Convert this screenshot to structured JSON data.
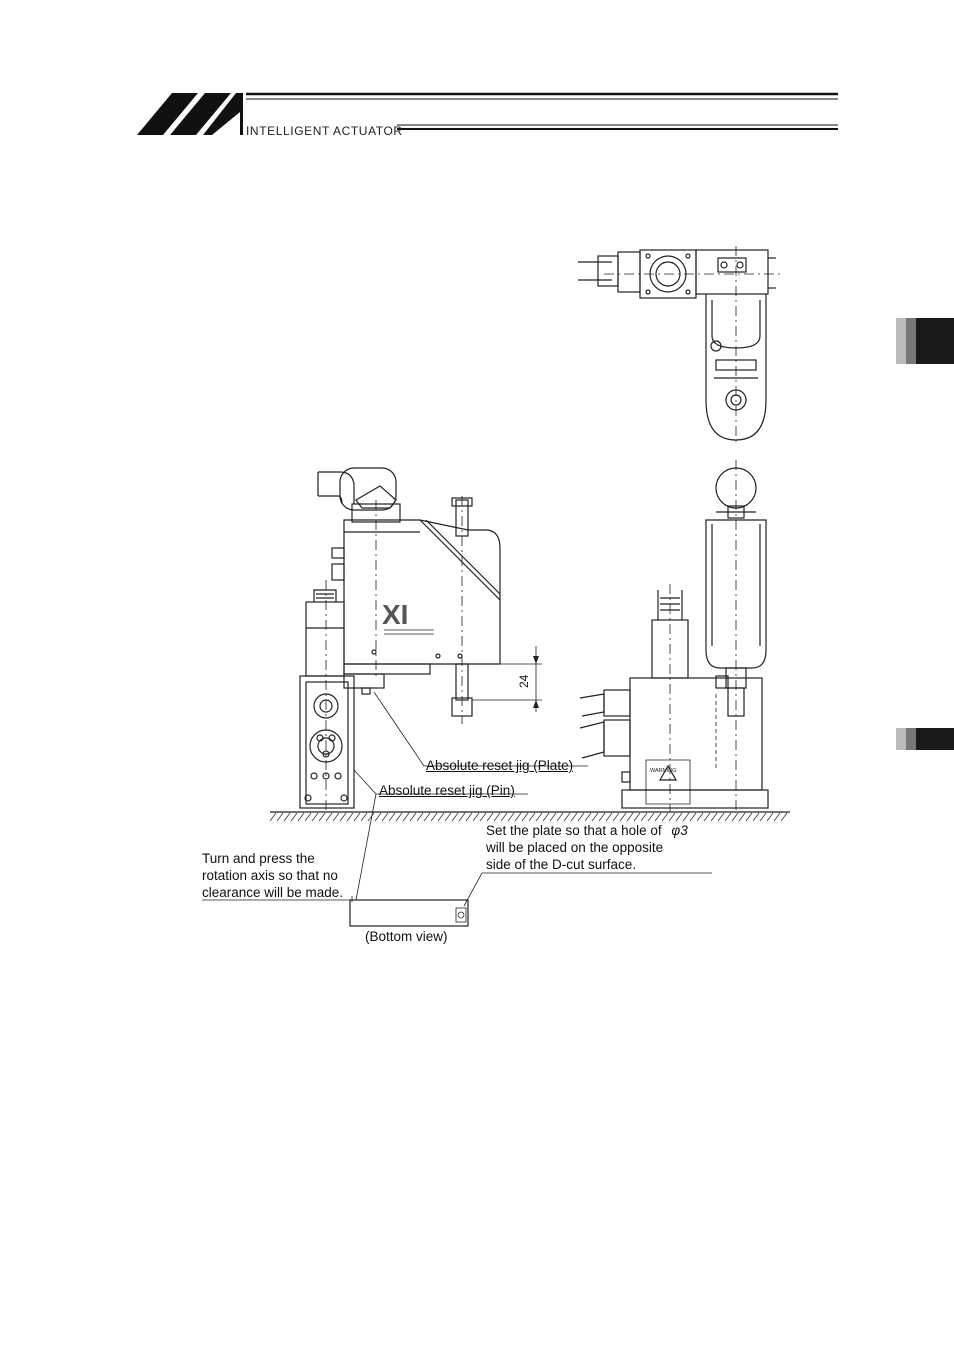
{
  "header": {
    "brand_text": "INTELLIGENT ACTUATOR"
  },
  "drawing": {
    "label_plate": "Absolute reset jig (Plate)",
    "label_pin": "Absolute reset jig (Pin)",
    "dimension_24": "24",
    "plate_note_line1": "Set the plate so that a hole of",
    "plate_note_phi": "φ3",
    "plate_note_line2": "will be placed on the opposite",
    "plate_note_line3": "side of the D-cut surface.",
    "turn_note_line1": "Turn and press the",
    "turn_note_line2": "rotation axis so that no",
    "turn_note_line3": "clearance will be made.",
    "bottom_view": "(Bottom view)",
    "robot_logo": "XI",
    "warning_label": "WARNING"
  },
  "colors": {
    "ink": "#111111",
    "tab_dark": "#1a1a1a",
    "tab_mid": "#777777",
    "tab_light": "#bbbbbb"
  }
}
